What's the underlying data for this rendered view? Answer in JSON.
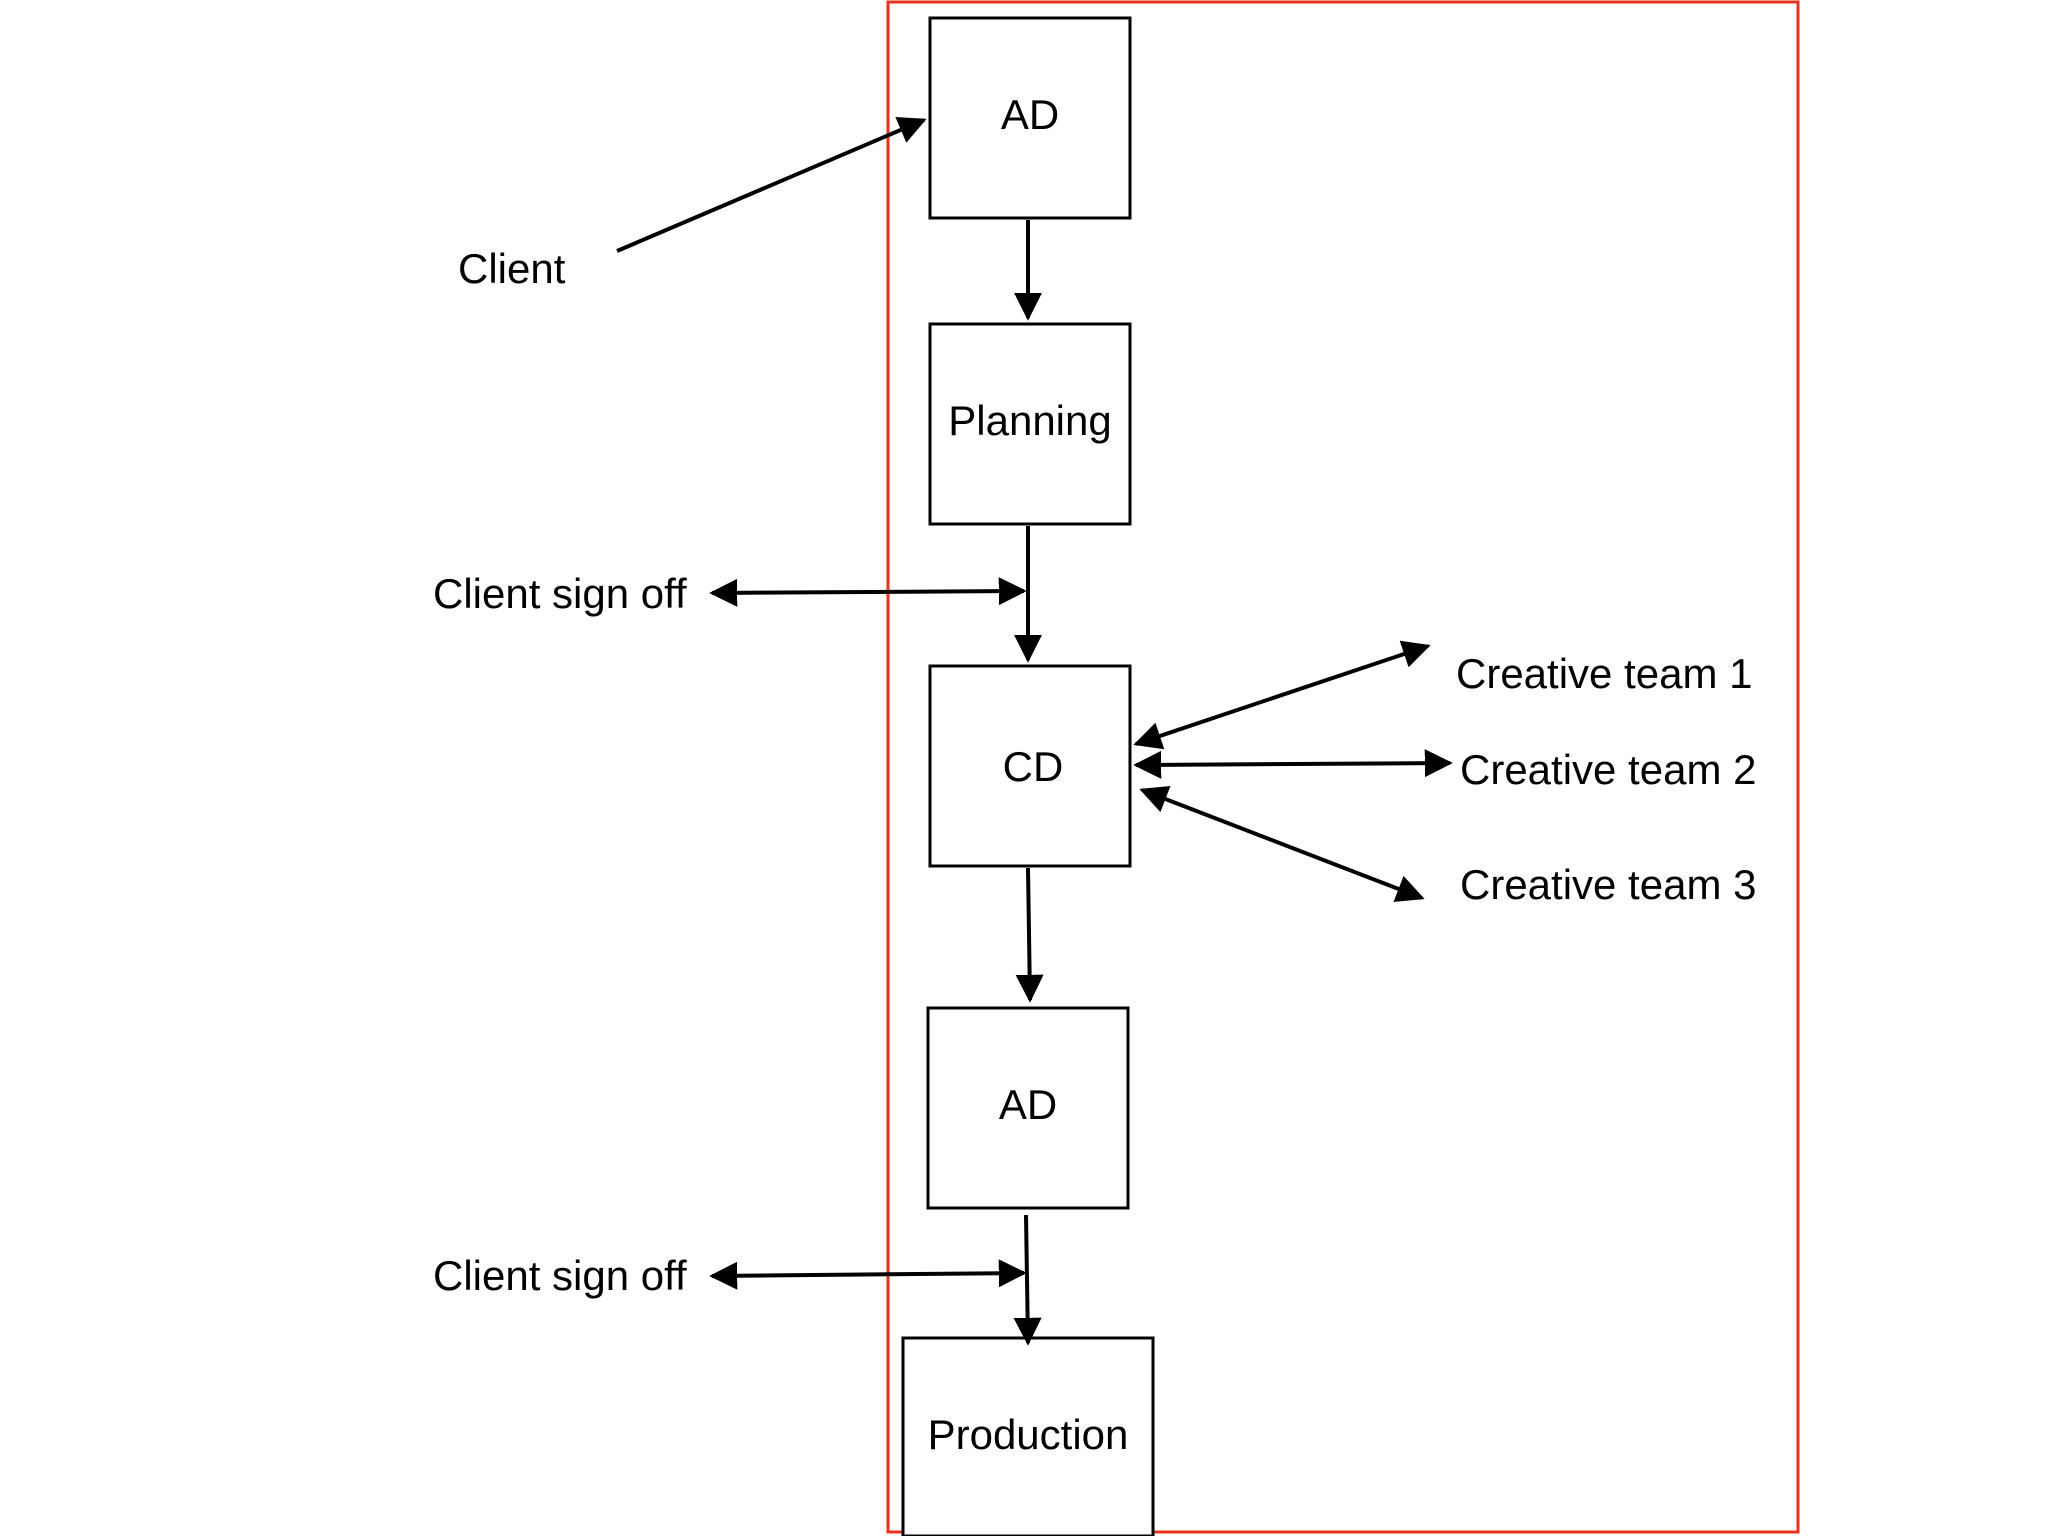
{
  "colors": {
    "frame": "#e8321e",
    "ink": "#000000",
    "background": "#ffffff"
  },
  "nodes": {
    "ad_top": "AD",
    "planning": "Planning",
    "cd": "CD",
    "ad_bottom": "AD",
    "production": "Production"
  },
  "external_labels": {
    "client": "Client",
    "client_sign_off_1": "Client sign off",
    "client_sign_off_2": "Client sign off",
    "creative_team_1": "Creative team 1",
    "creative_team_2": "Creative team 2",
    "creative_team_3": "Creative team 3"
  }
}
